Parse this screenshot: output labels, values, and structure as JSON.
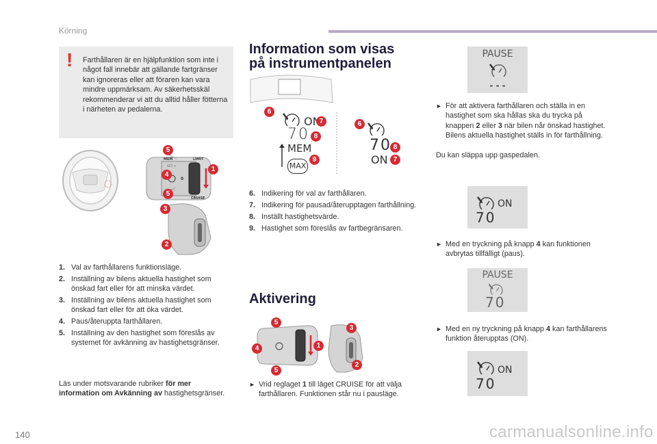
{
  "header": {
    "section": "Körning",
    "page_number": "140"
  },
  "footer": {
    "watermark": "carmanualsonline.info"
  },
  "warning": {
    "mark": "!",
    "text": "Farthållaren är en hjälpfunktion som inte i något fall innebär att gällande fartgränser kan ignoreras eller att föraren kan vara mindre uppmärksam. Av säkerhetsskäl rekommenderar vi att du alltid håller fötterna i närheten av pedalerna."
  },
  "stalk_labels": {
    "mem": "MEM",
    "limit": "LIMIT",
    "cruise": "CRUISE",
    "set_plus": "SET +",
    "set_minus": "SET -",
    "zero": "0"
  },
  "left_list": [
    {
      "n": "1.",
      "t": "Val av farthållarens funktionsläge."
    },
    {
      "n": "2.",
      "t": "Inställning av bilens aktuella hastighet som önskad fart eller för att minska värdet."
    },
    {
      "n": "3.",
      "t": "Inställning av bilens aktuella hastighet som önskad fart eller för att öka värdet."
    },
    {
      "n": "4.",
      "t": "Paus/återuppta farthållaren."
    },
    {
      "n": "5.",
      "t": "Inställning av den hastighet som föreslås av systemet för avkänning av hastighetsgränser."
    }
  ],
  "note": {
    "prefix": "Läs under motsvarande rubriker ",
    "bold": "för mer information om Avkänning av",
    "suffix": " hastighetsgränser."
  },
  "info": {
    "heading": "Information som visas på instrumentpanelen",
    "display": {
      "on": "ON",
      "speed": "70",
      "mem": "MEM",
      "max": "MAX"
    },
    "list": [
      {
        "n": "6.",
        "t": "Indikering för val av farthållaren."
      },
      {
        "n": "7.",
        "t": "Indikering för pausad/återupptagen farthållning."
      },
      {
        "n": "8.",
        "t": "Inställt hastighetsvärde."
      },
      {
        "n": "9.",
        "t": "Hastighet som föreslås av fartbegränsaren."
      }
    ]
  },
  "activation": {
    "heading": "Aktivering",
    "vrid": {
      "pre": "Vrid reglaget ",
      "b1": "1",
      "post": " till läget CRUISE för att välja farthållaren. Funktionen står nu i pausläge."
    }
  },
  "right": {
    "pause_label": "PAUSE",
    "dashes": "- - -",
    "on_label": "ON",
    "speed": "70",
    "aktivera": {
      "pre": "För att aktivera farthållaren och ställa in en hastighet som ska hållas ska du trycka på knappen ",
      "b2": "2",
      "mid1": " eller ",
      "b3": "3",
      "post": " när bilen når önskad hastighet. Bilens aktuella hastighet ställs in för farthållning."
    },
    "release": "Du kan släppa upp gaspedalen.",
    "paus": {
      "pre": "Med en tryckning på knapp ",
      "b4": "4",
      "post": " kan funktionen avbrytas tillfälligt (paus)."
    },
    "ny": {
      "pre": "Med en ny tryckning på knapp ",
      "b4": "4",
      "post": " kan farthållarens funktion återupptas (ON)."
    }
  },
  "icons": {
    "bullet": "arrow-right-icon",
    "warning": "exclamation-icon",
    "speedometer": "speedometer-icon"
  },
  "colors": {
    "badge": "#d52b34",
    "heading": "#1e1e3a",
    "accent_bar": "#b5aac4",
    "panel": "#dedede"
  }
}
